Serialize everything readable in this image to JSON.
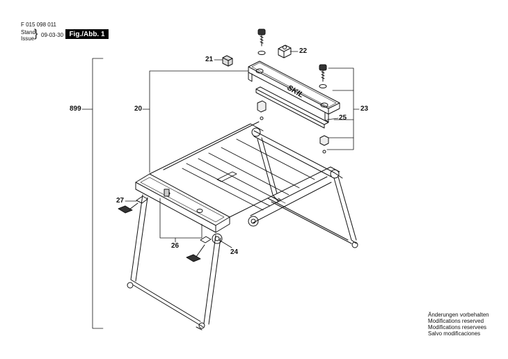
{
  "header": {
    "code": "F 015 098 011",
    "stand": "Stand",
    "issue": "Issue",
    "brace": "}",
    "date": "09-03-30",
    "fig_label": "Fig./Abb. 1"
  },
  "labels": {
    "p899": "899",
    "p20": "20",
    "p21": "21",
    "p22": "22",
    "p23": "23",
    "p24": "24",
    "p25": "25",
    "p26": "26",
    "p27": "27"
  },
  "brand_mark": "SKIL",
  "notes": [
    "Änderungen vorbehalten",
    "Modifications reserved",
    "Modifications reservees",
    "Salvo modificaciones"
  ]
}
